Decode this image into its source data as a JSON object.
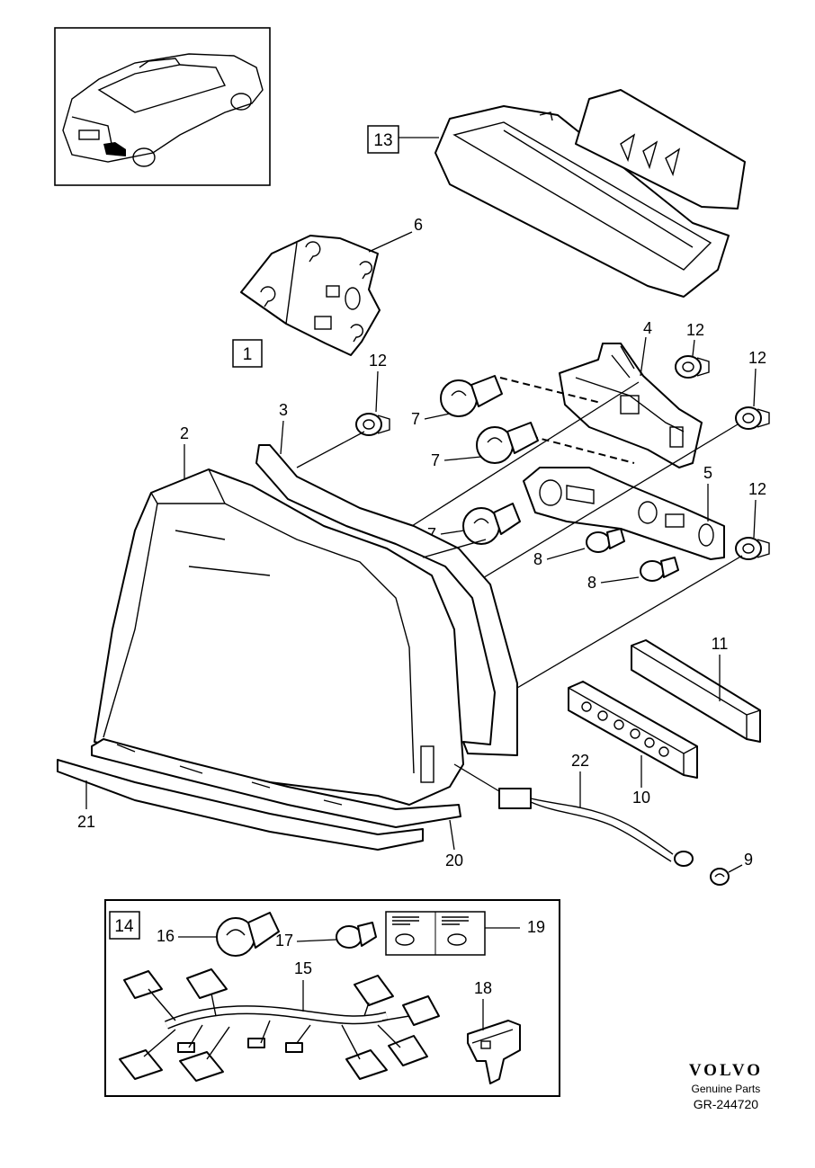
{
  "callouts": {
    "c1": "1",
    "c2": "2",
    "c3": "3",
    "c4": "4",
    "c5": "5",
    "c6": "6",
    "c7a": "7",
    "c7b": "7",
    "c7c": "7",
    "c8a": "8",
    "c8b": "8",
    "c9": "9",
    "c10": "10",
    "c11": "11",
    "c12a": "12",
    "c12b": "12",
    "c12c": "12",
    "c12d": "12",
    "c13": "13",
    "c14": "14",
    "c15": "15",
    "c16": "16",
    "c17": "17",
    "c18": "18",
    "c19": "19",
    "c20": "20",
    "c21": "21",
    "c22": "22"
  },
  "brand": {
    "logo": "VOLVO",
    "subtitle": "Genuine Parts",
    "reference": "GR-244720"
  }
}
